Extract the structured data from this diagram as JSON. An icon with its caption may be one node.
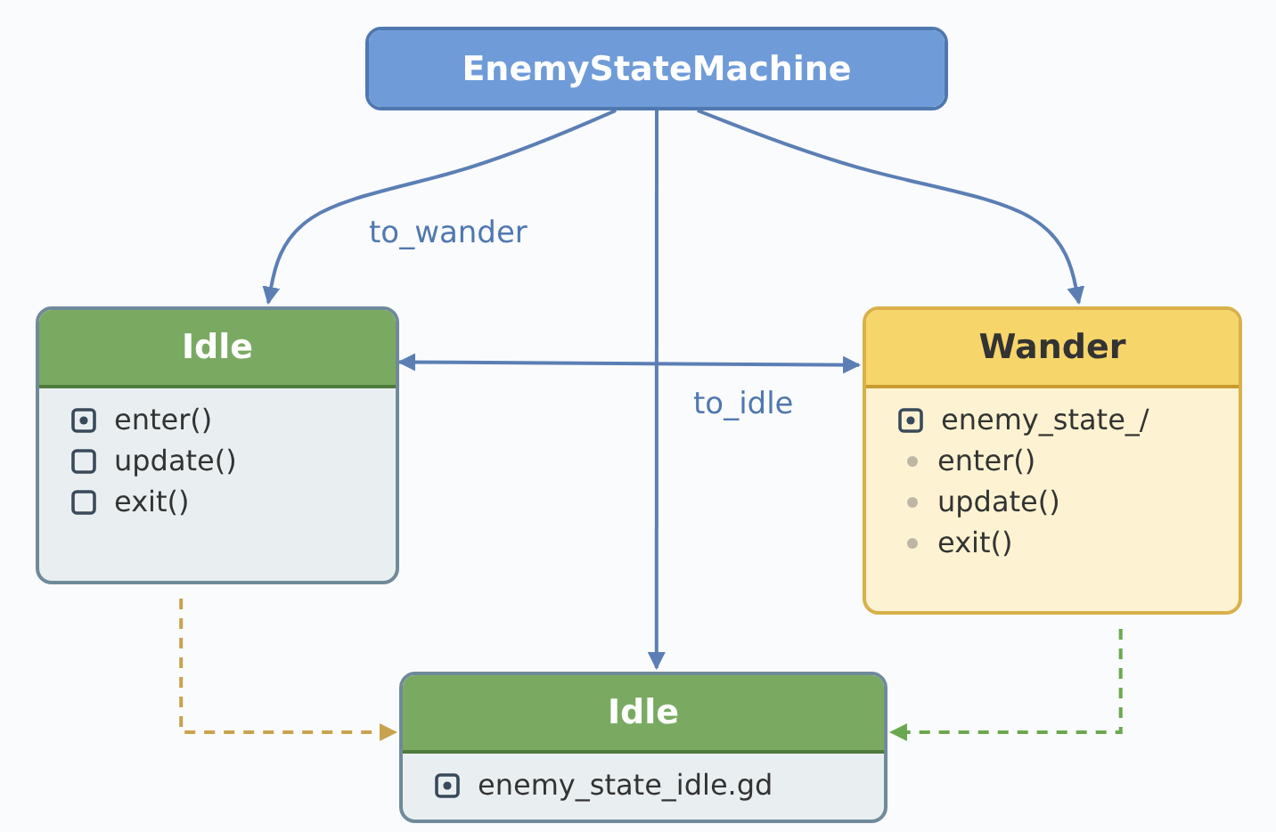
{
  "diagram": {
    "nodes": [
      {
        "text": [
          "EnemyStateMachine"
        ]
      },
      {
        "text": [
          "Idle",
          "enter()",
          "update()",
          "exit()"
        ]
      },
      {
        "text": [
          "Wander",
          "enemy_state_/",
          "enter()",
          "update()",
          "exit()"
        ]
      },
      {
        "text": [
          "Idle",
          "enemy_state_idle.gd"
        ]
      }
    ],
    "edges": [
      {
        "from": 0,
        "to": 1,
        "arrow": "to",
        "label": "to_wander"
      },
      {
        "from": 0,
        "to": 2,
        "arrow": "to"
      },
      {
        "from": 1,
        "to": 2,
        "arrow": "both",
        "label": "to_idle"
      },
      {
        "from": 0,
        "to": 3,
        "arrow": "to"
      },
      {
        "from": 1,
        "to": 3,
        "arrow": "to",
        "style": "dashed",
        "color": "#c9a24e"
      },
      {
        "from": 2,
        "to": 3,
        "arrow": "to",
        "style": "dashed",
        "color": "#6aa84f"
      }
    ]
  }
}
